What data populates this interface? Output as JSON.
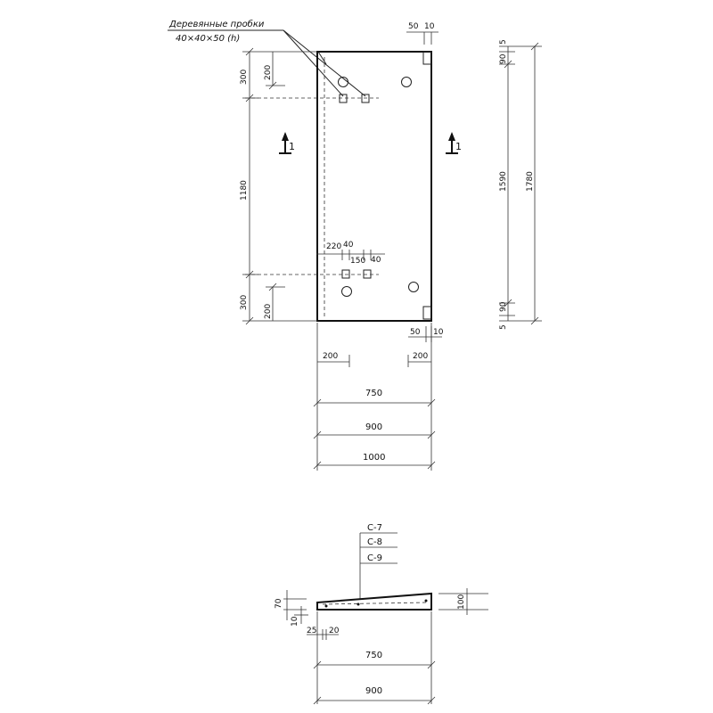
{
  "header": {
    "note_line1": "Деревянные пробки",
    "note_line2": "40×40×50 (h)"
  },
  "top_dims": {
    "top_right_gap": "50",
    "top_right_gap2": "10",
    "bottom_right_gap": "50",
    "bottom_right_gap2": "10",
    "mid_offset1": "220",
    "mid_offset2": "40",
    "mid_offset3": "150",
    "mid_offset4": "40"
  },
  "left_dims": {
    "top_300": "300",
    "top_200": "200",
    "middle_1180": "1180",
    "bottom_300": "300",
    "bottom_200": "200"
  },
  "right_dims": {
    "top_5": "5",
    "top_90": "90",
    "inner_1590": "1590",
    "outer_1780": "1780",
    "bottom_90": "90",
    "bottom_5": "5"
  },
  "section_marks": {
    "left": "1",
    "right": "1"
  },
  "width_dims": {
    "left_200": "200",
    "right_200": "200",
    "d750": "750",
    "d900": "900",
    "d1000": "1000"
  },
  "section": {
    "label_c7": "С-7",
    "label_c8": "С-8",
    "label_c9": "С-9",
    "h70": "70",
    "h10": "10",
    "h100": "100",
    "off25": "25",
    "off20": "20",
    "w750": "750",
    "w900": "900"
  }
}
